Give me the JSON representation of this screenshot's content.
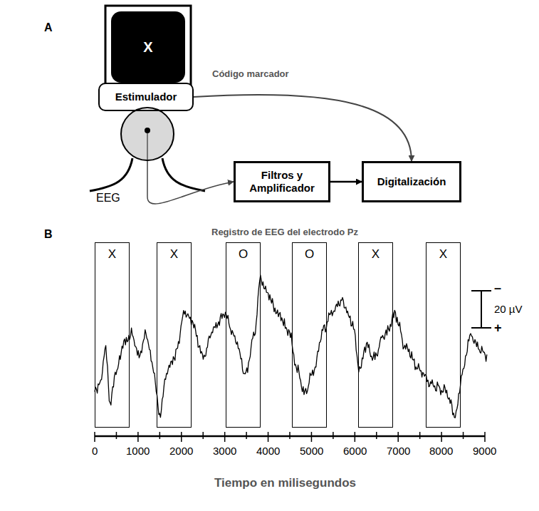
{
  "diagram": {
    "nodes": [
      {
        "text": [
          "X"
        ]
      },
      {
        "text": [
          "Estimulador"
        ]
      },
      {
        "text": [
          "EEG"
        ]
      },
      {
        "text": [
          "Filtros y Amplificador"
        ]
      },
      {
        "text": [
          "Digitalización"
        ]
      },
      {
        "text": [
          "X"
        ]
      },
      {
        "text": [
          "X"
        ]
      },
      {
        "text": [
          "O"
        ]
      },
      {
        "text": [
          "O"
        ]
      },
      {
        "text": [
          "X"
        ]
      },
      {
        "text": [
          "X"
        ]
      }
    ],
    "edges": [
      {
        "from": 1,
        "to": 4,
        "label": "Código marcador",
        "arrow": "to"
      },
      {
        "from": 2,
        "to": 3,
        "arrow": "to"
      },
      {
        "from": 3,
        "to": 4,
        "arrow": "to"
      }
    ],
    "labels": [
      "A",
      "B",
      "Registro de EEG del electrodo Pz",
      "–",
      "20 µV",
      "+",
      "0",
      "1000",
      "2000",
      "3000",
      "4000",
      "5000",
      "6000",
      "7000",
      "8000",
      "9000",
      "Tiempo en milisegundos"
    ]
  }
}
